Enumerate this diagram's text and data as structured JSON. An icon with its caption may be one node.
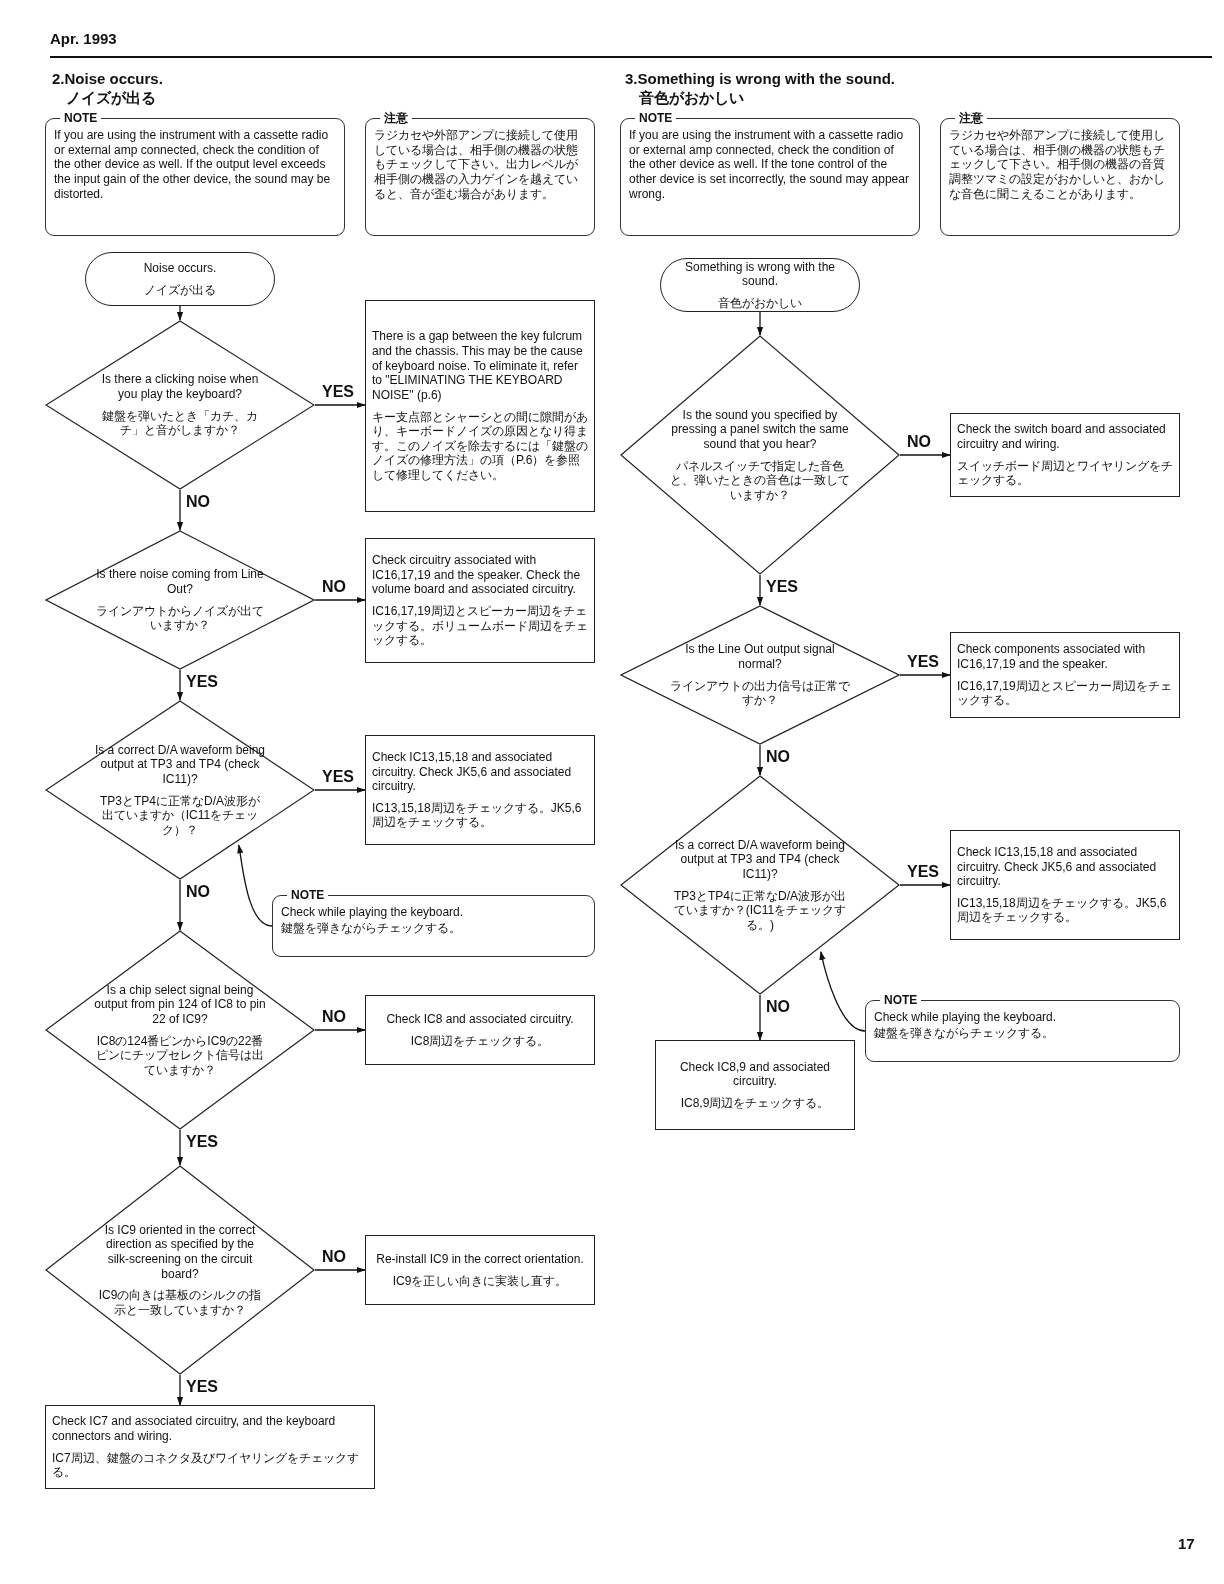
{
  "diagram": {
    "nodes": [
      {
        "text": [
          "NOTE",
          "If you are using the instrument with a cassette radio or external amp connected, check the condition of the other device as well. If the output level exceeds the input gain of the other device, the sound may be distorted."
        ]
      },
      {
        "text": [
          "注意",
          "ラジカセや外部アンプに接続して使用している場合は、相手側の機器の状態もチェックして下さい。出力レベルが相手側の機器の入力ゲインを越えていると、音が歪む場合があります。"
        ]
      },
      {
        "text": [
          "Noise occurs.",
          "ノイズが出る"
        ]
      },
      {
        "text": [
          "Is there a clicking noise when you play the keyboard?",
          "鍵盤を弾いたとき「カチ、カチ」と音がしますか？"
        ]
      },
      {
        "text": [
          "There is a gap between the key fulcrum and the chassis. This may be the cause of keyboard noise. To eliminate it, refer to \"ELIMINATING THE KEYBOARD NOISE\" (p.6)",
          "キー支点部とシャーシとの間に隙間があり、キーボードノイズの原因となり得ます。このノイズを除去するには「鍵盤のノイズの修理方法」の項（P.6）を参照して修理してください。"
        ]
      },
      {
        "text": [
          "Is there noise coming from Line Out?",
          "ラインアウトからノイズが出ていますか？"
        ]
      },
      {
        "text": [
          "Check circuitry associated with IC16,17,19 and the speaker. Check the volume board and associated circuitry.",
          "IC16,17,19周辺とスピーカー周辺をチェックする。ボリュームボード周辺をチェックする。"
        ]
      },
      {
        "text": [
          "Is a correct D/A waveform being output at TP3 and TP4 (check IC11)?",
          "TP3とTP4に正常なD/A波形が出ていますか（IC11をチェック）？"
        ]
      },
      {
        "text": [
          "Check IC13,15,18 and associated circuitry. Check JK5,6 and associated circuitry.",
          "IC13,15,18周辺をチェックする。JK5,6周辺をチェックする。"
        ]
      },
      {
        "text": [
          "NOTE",
          "Check while playing the keyboard.",
          "鍵盤を弾きながらチェックする。"
        ]
      },
      {
        "text": [
          "Is a chip select signal being output from pin 124 of IC8 to pin 22 of IC9?",
          "IC8の124番ピンからIC9の22番ピンにチップセレクト信号は出ていますか？"
        ]
      },
      {
        "text": [
          "Check IC8 and associated circuitry.",
          "IC8周辺をチェックする。"
        ]
      },
      {
        "text": [
          "Is IC9 oriented in the correct direction as specified by the silk-screening on the circuit board?",
          "IC9の向きは基板のシルクの指示と一致していますか？"
        ]
      },
      {
        "text": [
          "Re-install IC9 in the correct orientation.",
          "IC9を正しい向きに実装し直す。"
        ]
      },
      {
        "text": [
          "Check IC7 and associated circuitry, and the keyboard connectors and wiring.",
          "IC7周辺、鍵盤のコネクタ及びワイヤリングをチェックする。"
        ]
      },
      {
        "text": [
          "NOTE",
          "If you are using the instrument with a cassette radio or external amp connected, check the condition of the other device as well. If the tone control of the other device is set incorrectly, the sound may appear wrong."
        ]
      },
      {
        "text": [
          "注意",
          "ラジカセや外部アンプに接続して使用している場合は、相手側の機器の状態もチェックして下さい。相手側の機器の音質調整ツマミの設定がおかしいと、おかしな音色に聞こえることがあります。"
        ]
      },
      {
        "text": [
          "Something is wrong with the sound.",
          "音色がおかしい"
        ]
      },
      {
        "text": [
          "Is the sound you specified by pressing a panel switch the same sound that you hear?",
          "パネルスイッチで指定した音色と、弾いたときの音色は一致していますか？"
        ]
      },
      {
        "text": [
          "Check the switch board and associated circuitry and wiring.",
          "スイッチボード周辺とワイヤリングをチェックする。"
        ]
      },
      {
        "text": [
          "Is the Line Out output signal normal?",
          "ラインアウトの出力信号は正常ですか？"
        ]
      },
      {
        "text": [
          "Check components associated with IC16,17,19 and the speaker.",
          "IC16,17,19周辺とスピーカー周辺をチェックする。"
        ]
      },
      {
        "text": [
          "Is a correct D/A waveform being output at TP3 and TP4 (check IC11)?",
          "TP3とTP4に正常なD/A波形が出ていますか？(IC11をチェックする。)"
        ]
      },
      {
        "text": [
          "Check IC13,15,18 and associated circuitry. Check JK5,6 and associated circuitry.",
          "IC13,15,18周辺をチェックする。JK5,6周辺をチェックする。"
        ]
      },
      {
        "text": [
          "NOTE",
          "Check while playing the keyboard.",
          "鍵盤を弾きながらチェックする。"
        ]
      },
      {
        "text": [
          "Check IC8,9 and associated circuitry.",
          "IC8,9周辺をチェックする。"
        ]
      }
    ],
    "edges": [
      {
        "from": 2,
        "to": 3,
        "arrow": "to"
      },
      {
        "from": 3,
        "to": 4,
        "label": "YES",
        "arrow": "to"
      },
      {
        "from": 3,
        "to": 5,
        "label": "NO",
        "arrow": "to"
      },
      {
        "from": 5,
        "to": 6,
        "label": "NO",
        "arrow": "to"
      },
      {
        "from": 5,
        "to": 7,
        "label": "YES",
        "arrow": "to"
      },
      {
        "from": 7,
        "to": 8,
        "label": "YES",
        "arrow": "to"
      },
      {
        "from": 9,
        "to": 7,
        "arrow": "to"
      },
      {
        "from": 7,
        "to": 10,
        "label": "NO",
        "arrow": "to"
      },
      {
        "from": 10,
        "to": 11,
        "label": "NO",
        "arrow": "to"
      },
      {
        "from": 10,
        "to": 12,
        "label": "YES",
        "arrow": "to"
      },
      {
        "from": 12,
        "to": 13,
        "label": "NO",
        "arrow": "to"
      },
      {
        "from": 12,
        "to": 14,
        "label": "YES",
        "arrow": "to"
      },
      {
        "from": 17,
        "to": 18,
        "arrow": "to"
      },
      {
        "from": 18,
        "to": 19,
        "label": "NO",
        "arrow": "to"
      },
      {
        "from": 18,
        "to": 20,
        "label": "YES",
        "arrow": "to"
      },
      {
        "from": 20,
        "to": 21,
        "label": "YES",
        "arrow": "to"
      },
      {
        "from": 20,
        "to": 22,
        "label": "NO",
        "arrow": "to"
      },
      {
        "from": 22,
        "to": 23,
        "label": "YES",
        "arrow": "to"
      },
      {
        "from": 24,
        "to": 22,
        "arrow": "to"
      },
      {
        "from": 22,
        "to": 25,
        "label": "NO",
        "arrow": "to"
      }
    ],
    "labels": [
      "Apr. 1993",
      "2.Noise occurs.",
      "ノイズが出る",
      "3.Something is wrong with the sound.",
      "音色がおかしい",
      "17"
    ]
  }
}
